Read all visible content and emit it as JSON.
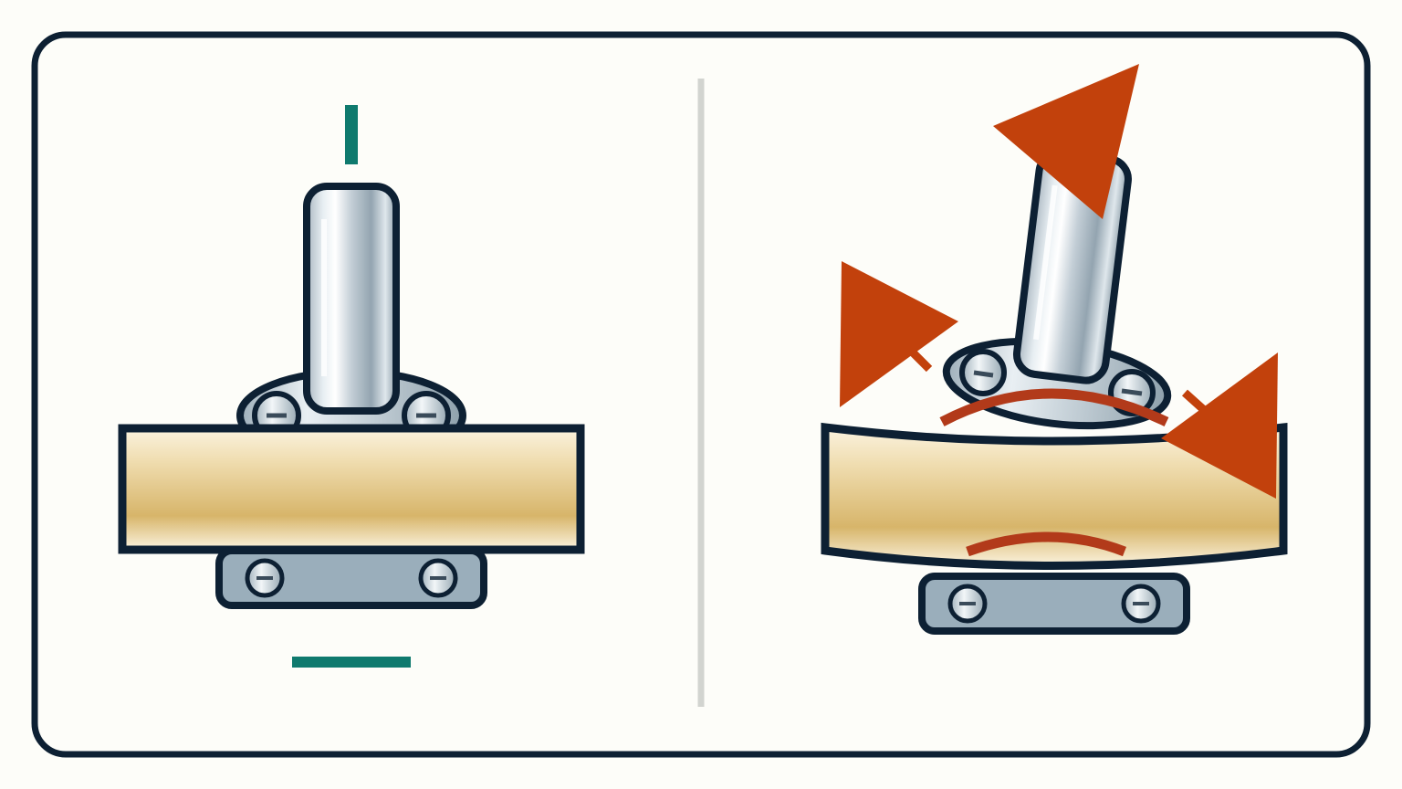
{
  "diagram": {
    "panels": [
      {
        "id": "correct",
        "state": "straight post, flat board"
      },
      {
        "id": "incorrect",
        "state": "tilted post, bowed board"
      }
    ],
    "colors": {
      "outline": "#0d2033",
      "background": "#fdfdf9",
      "accent_ok": "#0f7a6e",
      "accent_warn": "#c2410c",
      "stress_arc": "#b23a1a",
      "divider": "#d2d4d0",
      "plate": "#9aaebb",
      "wood_light": "#faf1dc",
      "wood_dark": "#d6b46a",
      "metal_light": "#eef3f6",
      "metal_dark": "#93a4b0"
    },
    "icons": [
      "vertical-alignment-mark",
      "level-mark",
      "warning-arrow-left",
      "warning-arrow-top",
      "warning-arrow-right",
      "screw-icon"
    ]
  }
}
